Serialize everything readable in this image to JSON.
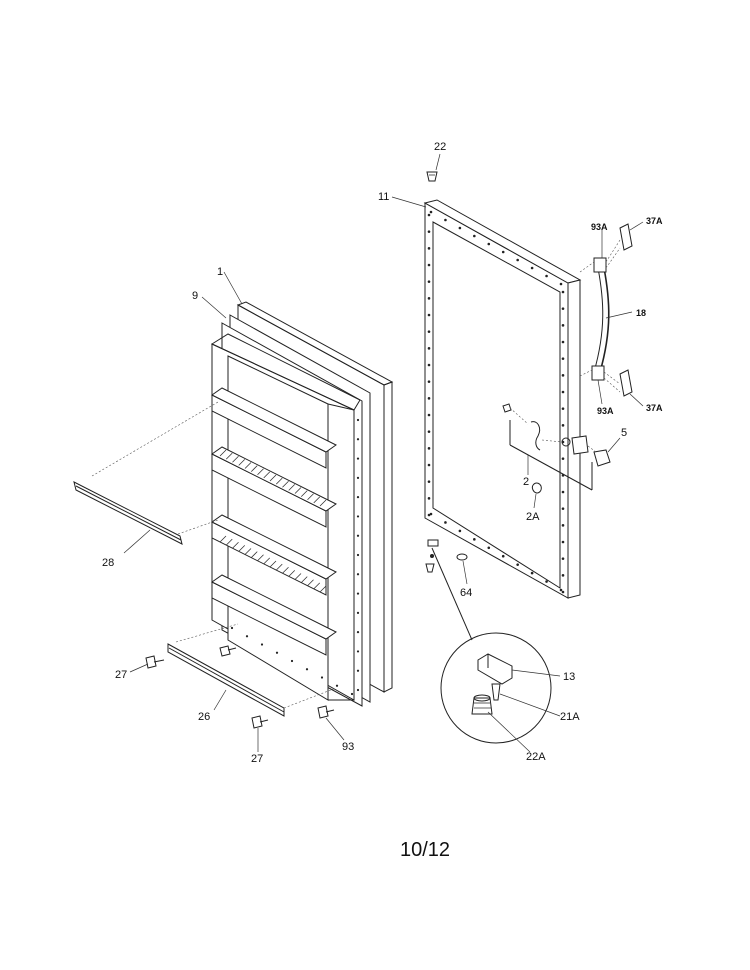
{
  "diagram": {
    "page_number": "10/12",
    "callouts": [
      {
        "id": "c-22-top",
        "text": "22"
      },
      {
        "id": "c-11",
        "text": "11"
      },
      {
        "id": "c-93a-top",
        "text": "93A"
      },
      {
        "id": "c-37a-top",
        "text": "37A"
      },
      {
        "id": "c-18",
        "text": "18"
      },
      {
        "id": "c-93a-bottom",
        "text": "93A"
      },
      {
        "id": "c-37a-bottom",
        "text": "37A"
      },
      {
        "id": "c-5",
        "text": "5"
      },
      {
        "id": "c-2",
        "text": "2"
      },
      {
        "id": "c-2a",
        "text": "2A"
      },
      {
        "id": "c-64",
        "text": "64"
      },
      {
        "id": "c-1",
        "text": "1"
      },
      {
        "id": "c-9",
        "text": "9"
      },
      {
        "id": "c-28",
        "text": "28"
      },
      {
        "id": "c-27-left",
        "text": "27"
      },
      {
        "id": "c-26",
        "text": "26"
      },
      {
        "id": "c-27-bottom",
        "text": "27"
      },
      {
        "id": "c-93",
        "text": "93"
      },
      {
        "id": "c-13",
        "text": "13"
      },
      {
        "id": "c-21a",
        "text": "21A"
      },
      {
        "id": "c-22a",
        "text": "22A"
      }
    ]
  }
}
